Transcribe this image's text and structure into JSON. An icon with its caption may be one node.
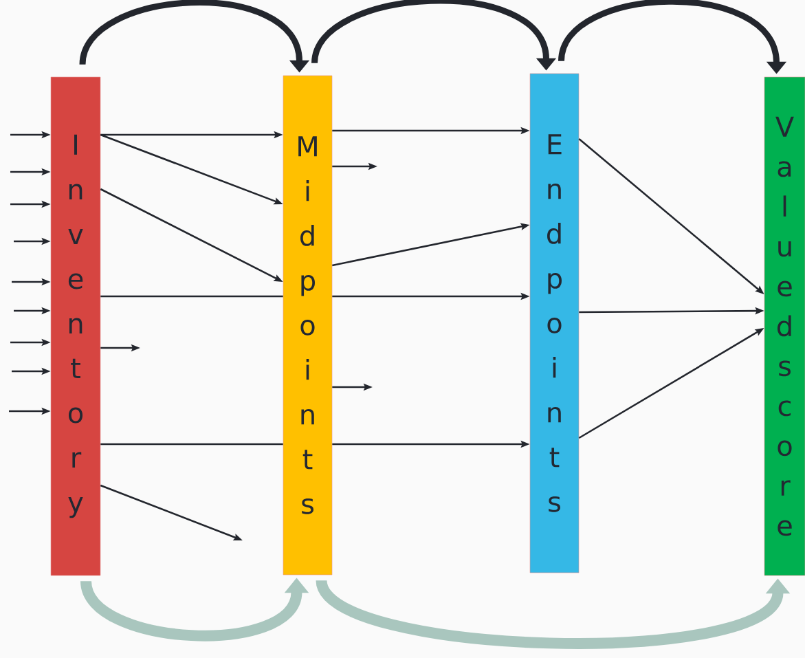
{
  "diagram": {
    "nodes": [
      {
        "text": [
          "Inventory"
        ]
      },
      {
        "text": [
          "Midpoints"
        ]
      },
      {
        "text": [
          "Endpoints"
        ]
      },
      {
        "text": [
          "Valuedscore"
        ]
      }
    ],
    "edges": [
      {
        "from": null,
        "to": 0,
        "arrow": "to"
      },
      {
        "from": null,
        "to": 0,
        "arrow": "to"
      },
      {
        "from": null,
        "to": 0,
        "arrow": "to"
      },
      {
        "from": null,
        "to": 0,
        "arrow": "to"
      },
      {
        "from": null,
        "to": 0,
        "arrow": "to"
      },
      {
        "from": null,
        "to": 0,
        "arrow": "to"
      },
      {
        "from": null,
        "to": 0,
        "arrow": "to"
      },
      {
        "from": null,
        "to": 0,
        "arrow": "to"
      },
      {
        "from": null,
        "to": 0,
        "arrow": "to"
      },
      {
        "from": 0,
        "to": 1,
        "arrow": "to"
      },
      {
        "from": 0,
        "to": 1,
        "arrow": "to"
      },
      {
        "from": 0,
        "to": 1,
        "arrow": "to"
      },
      {
        "from": 0,
        "to": 1,
        "arrow": "none"
      },
      {
        "from": 0,
        "to": null,
        "arrow": "to"
      },
      {
        "from": 0,
        "to": 1,
        "arrow": "none"
      },
      {
        "from": 0,
        "to": null,
        "arrow": "to"
      },
      {
        "from": 1,
        "to": 2,
        "arrow": "to"
      },
      {
        "from": 1,
        "to": null,
        "arrow": "to"
      },
      {
        "from": 1,
        "to": 2,
        "arrow": "to"
      },
      {
        "from": 1,
        "to": null,
        "arrow": "to"
      },
      {
        "from": 2,
        "to": 3,
        "arrow": "to"
      },
      {
        "from": 2,
        "to": 3,
        "arrow": "to"
      },
      {
        "from": 2,
        "to": 3,
        "arrow": "to"
      },
      {
        "from": 0,
        "to": 1,
        "arrow": "to",
        "style": "thick"
      },
      {
        "from": 1,
        "to": 2,
        "arrow": "to",
        "style": "thick"
      },
      {
        "from": 2,
        "to": 3,
        "arrow": "to",
        "style": "thick"
      },
      {
        "from": 0,
        "to": 1,
        "arrow": "to",
        "style": "thick",
        "color": "#a9c6be"
      },
      {
        "from": 1,
        "to": 3,
        "arrow": "to",
        "style": "thick",
        "color": "#a9c6be"
      },
      {
        "from": 1,
        "to": 2,
        "arrow": "to"
      },
      {
        "from": 1,
        "to": 2,
        "arrow": "to"
      }
    ]
  }
}
